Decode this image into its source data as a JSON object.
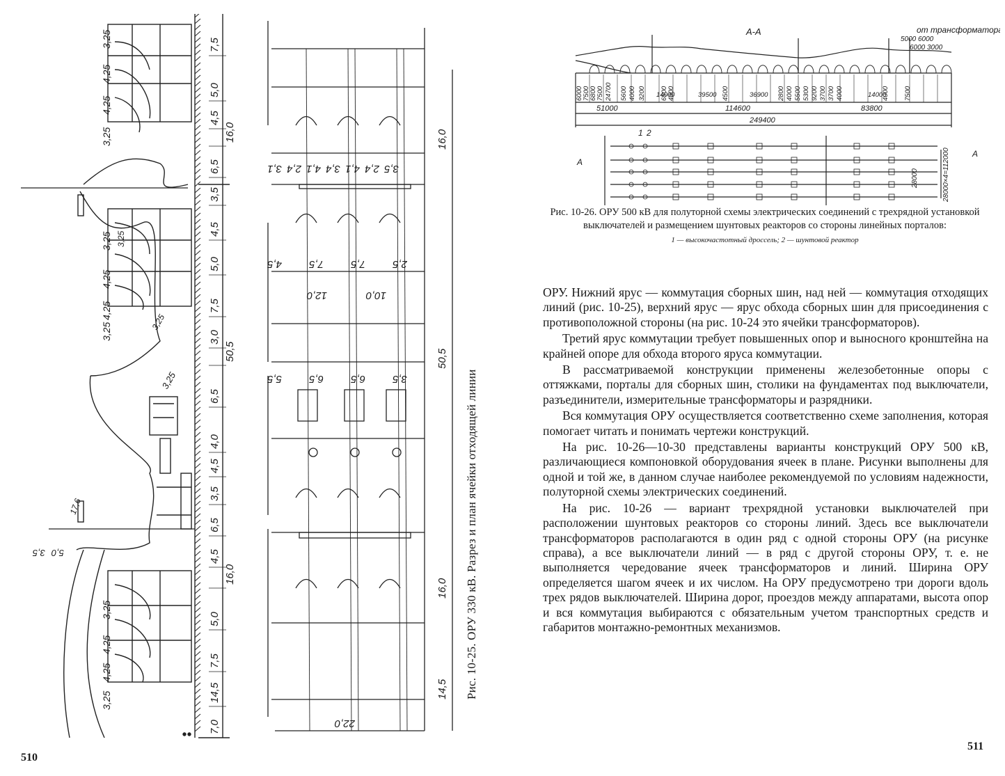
{
  "left_page": {
    "page_number": "510",
    "figure_caption": "Рис. 10-25. ОРУ 330 кВ. Разрез и план ячейки отходящей линии",
    "section_dimensions": [
      "7,5",
      "5,0",
      "4,5",
      "16,0",
      "6,5",
      "3,5",
      "4,5",
      "5,0",
      "7,5",
      "3,0",
      "50,5",
      "6,5",
      "4,0",
      "4,5",
      "3,5",
      "6,5",
      "4,5",
      "16,0",
      "5,0",
      "7,5",
      "14,5",
      "7,0"
    ],
    "section_side_labels": [
      "3,25",
      "4,25",
      "4,25",
      "3,25",
      "3,25",
      "4,25",
      "4,25",
      "3,25",
      "3,25",
      "4,25",
      "4,25",
      "3,25"
    ],
    "section_misc_labels": [
      "3,25",
      "3,25",
      "3,25",
      "17,6",
      "5,0",
      "3,5"
    ],
    "plan_dimensions_right": [
      "16,0",
      "50,5",
      "16,0",
      "14,5"
    ],
    "plan_row_a": [
      "3,1",
      "2,4",
      "4,1",
      "3,4",
      "4,1",
      "2,4",
      "3,5"
    ],
    "plan_row_b": [
      "4,5",
      "7,5",
      "7,5",
      "2,5"
    ],
    "plan_row_c": [
      "12,0",
      "10,0"
    ],
    "plan_row_d": [
      "5,5",
      "6,5",
      "6,5",
      "3,5"
    ],
    "plan_bottom": "22,0"
  },
  "right_page": {
    "page_number": "511",
    "drawing": {
      "section_label": "А-А",
      "from_transformer": "от трансформатора",
      "top_dims": [
        "5000",
        "6000",
        "6000",
        "3000"
      ],
      "lower_dims": [
        "6000",
        "7500",
        "6800",
        "7500",
        "24700",
        "5600",
        "4000",
        "3200",
        "14000",
        "6500",
        "4000",
        "39500",
        "4500",
        "36900",
        "2800",
        "4000",
        "5500",
        "5300",
        "9200",
        "3700",
        "3700",
        "4000",
        "14000",
        "4000",
        "7500"
      ],
      "total_dims": [
        "51000",
        "114600",
        "83800",
        "249400"
      ],
      "plan_labels": [
        "1",
        "2",
        "A",
        "A",
        "28000",
        "28000×4=112000"
      ]
    },
    "figure_caption": "Рис. 10-26. ОРУ 500 кВ для полуторной схемы электрических соединений с трехрядной установкой выключателей и размещением шунтовых реакторов со стороны линейных порталов:",
    "figure_legend": "1 — высокочастотный дроссель; 2 — шунтовой реактор",
    "paragraphs": [
      "ОРУ. Нижний ярус — коммутация сборных шин, над ней — коммутация отходящих линий (рис. 10-25), верхний ярус — ярус обхода сборных шин для присоединения с противоположной стороны (на рис. 10-24 это ячейки трансформаторов).",
      "Третий ярус коммутации требует повышенных опор и выносного кронштейна на крайней опоре для обхода второго яруса коммутации.",
      "В рассматриваемой конструкции применены железобетонные опоры с оттяжками, порталы для сборных шин, столики на фундаментах под выключатели, разъединители, измерительные трансформаторы и разрядники.",
      "Вся коммутация ОРУ осуществляется соответственно схеме заполнения, которая помогает читать и понимать чертежи конструкций.",
      "На рис. 10-26—10-30 представлены варианты конструкций ОРУ 500 кВ, различающиеся компоновкой оборудования ячеек в плане. Рисунки выполнены для одной и той же, в данном случае наиболее рекомендуемой по условиям надежности, полуторной схемы электрических соединений.",
      "На рис. 10-26 — вариант трехрядной установки выключателей при расположении шунтовых реакторов со стороны линий. Здесь все выключатели трансформаторов располагаются в один ряд с одной стороны ОРУ (на рисунке справа), а все выключатели линий — в ряд с другой стороны ОРУ, т. е. не выполняется чередование ячеек трансформаторов и линий. Ширина ОРУ определяется шагом ячеек и их числом. На ОРУ предусмотрено три дороги вдоль трех рядов выключателей. Ширина дорог, проездов между аппаратами, высота опор и вся коммутация выбираются с обязательным учетом транспортных средств и габаритов монтажно-ремонтных механизмов."
    ]
  }
}
